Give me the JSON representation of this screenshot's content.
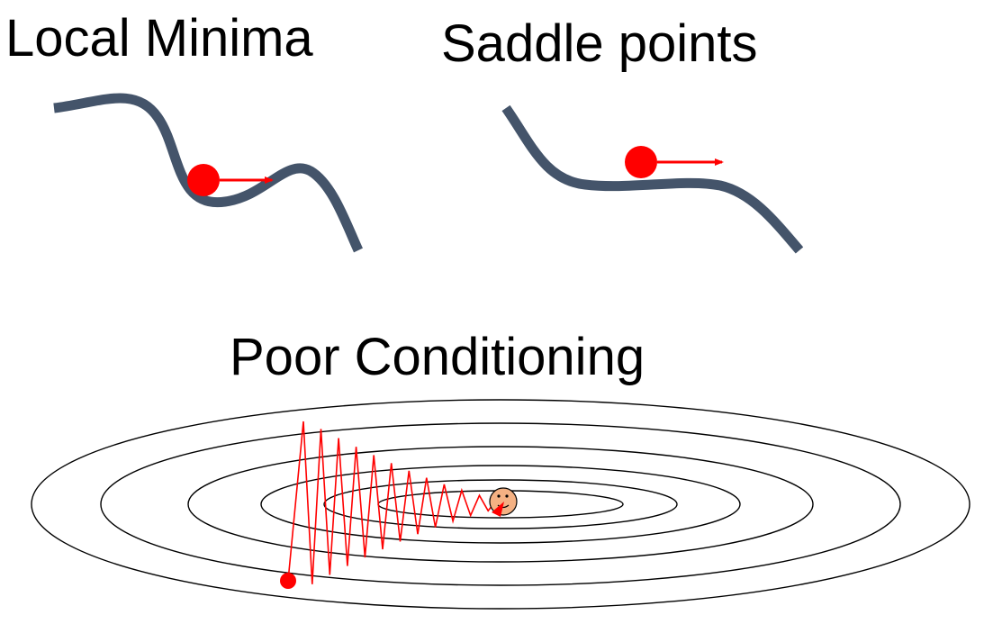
{
  "titles": {
    "local_minima": "Local Minima",
    "saddle_points": "Saddle points",
    "poor_conditioning": "Poor Conditioning"
  },
  "colors": {
    "curve": "#44546A",
    "ball": "#FF0000",
    "arrow": "#FF0000",
    "contour": "#000000",
    "zigzag": "#FF0000",
    "smiley_face": "#F4B183",
    "background": "#FFFFFF"
  },
  "icons": {
    "smiley": "smiley-face-icon",
    "ball": "red-ball-icon"
  }
}
